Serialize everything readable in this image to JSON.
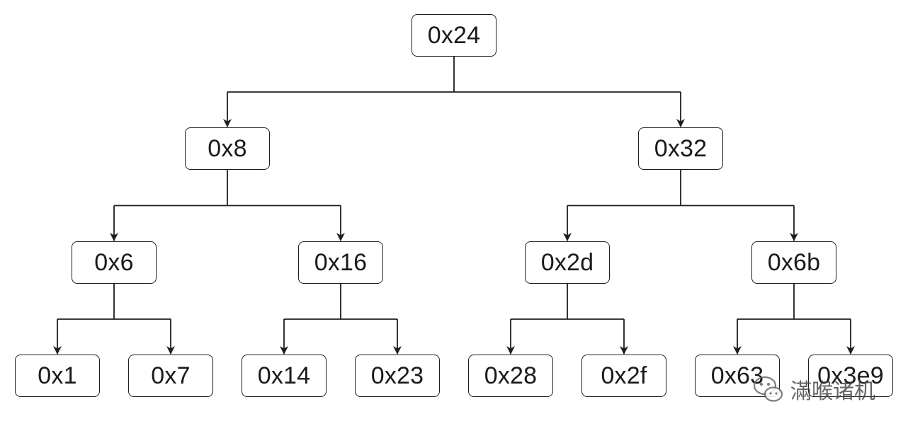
{
  "tree": {
    "root": "0x24",
    "level1": [
      "0x8",
      "0x32"
    ],
    "level2": [
      "0x6",
      "0x16",
      "0x2d",
      "0x6b"
    ],
    "level3": [
      "0x1",
      "0x7",
      "0x14",
      "0x23",
      "0x28",
      "0x2f",
      "0x63",
      "0x3e9"
    ]
  },
  "watermark": {
    "text": "滿喉诸机",
    "icon": "wechat-icon"
  }
}
